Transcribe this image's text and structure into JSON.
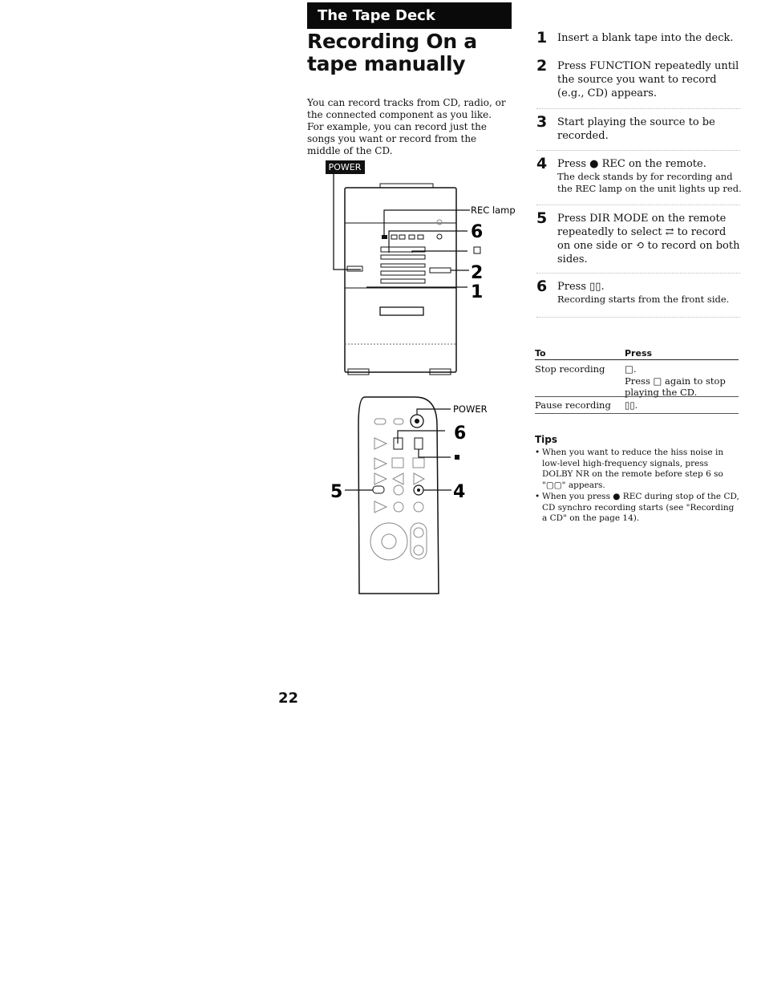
{
  "section": "The Tape Deck",
  "title": "Recording On a tape manually",
  "intro": "You can record tracks from CD, radio, or the connected component as you like. For example, you can record just the songs you want or record from the middle of the CD.",
  "figure": {
    "power_button_label": "POWER",
    "rec_lamp_label": "REC lamp",
    "remote_power_label": "POWER",
    "unit_callouts": [
      "6",
      "2",
      "1"
    ],
    "remote_callouts": [
      "6",
      "5",
      "4"
    ]
  },
  "steps": [
    {
      "num": "1",
      "text": "Insert a blank tape into the deck."
    },
    {
      "num": "2",
      "text": "Press FUNCTION repeatedly until the source you want to record (e.g., CD) appears."
    },
    {
      "num": "3",
      "text": "Start playing the source to be recorded."
    },
    {
      "num": "4",
      "text": "Press ● REC on the remote.",
      "sub": "The deck stands by for recording and the REC lamp on the unit lights up red."
    },
    {
      "num": "5",
      "text": "Press DIR MODE on the remote repeatedly to select ⇄ to record on one side or ⟲ to record on both sides."
    },
    {
      "num": "6",
      "text": "Press ▯▯.",
      "sub": "Recording starts from the front side."
    }
  ],
  "table": {
    "col_to": "To",
    "col_press": "Press",
    "rows": [
      {
        "to": "Stop recording",
        "press": "□.",
        "press_note": "Press □ again to stop playing the CD."
      },
      {
        "to": "Pause recording",
        "press": "▯▯."
      }
    ]
  },
  "tips_heading": "Tips",
  "tips": [
    "When you want to reduce the hiss noise in low-level high-frequency signals, press DOLBY NR on the remote before step 6 so \"▢▢\" appears.",
    "When you press ● REC during stop of the CD, CD synchro recording starts (see \"Recording a CD\" on the page 14)."
  ],
  "page_number": "22"
}
